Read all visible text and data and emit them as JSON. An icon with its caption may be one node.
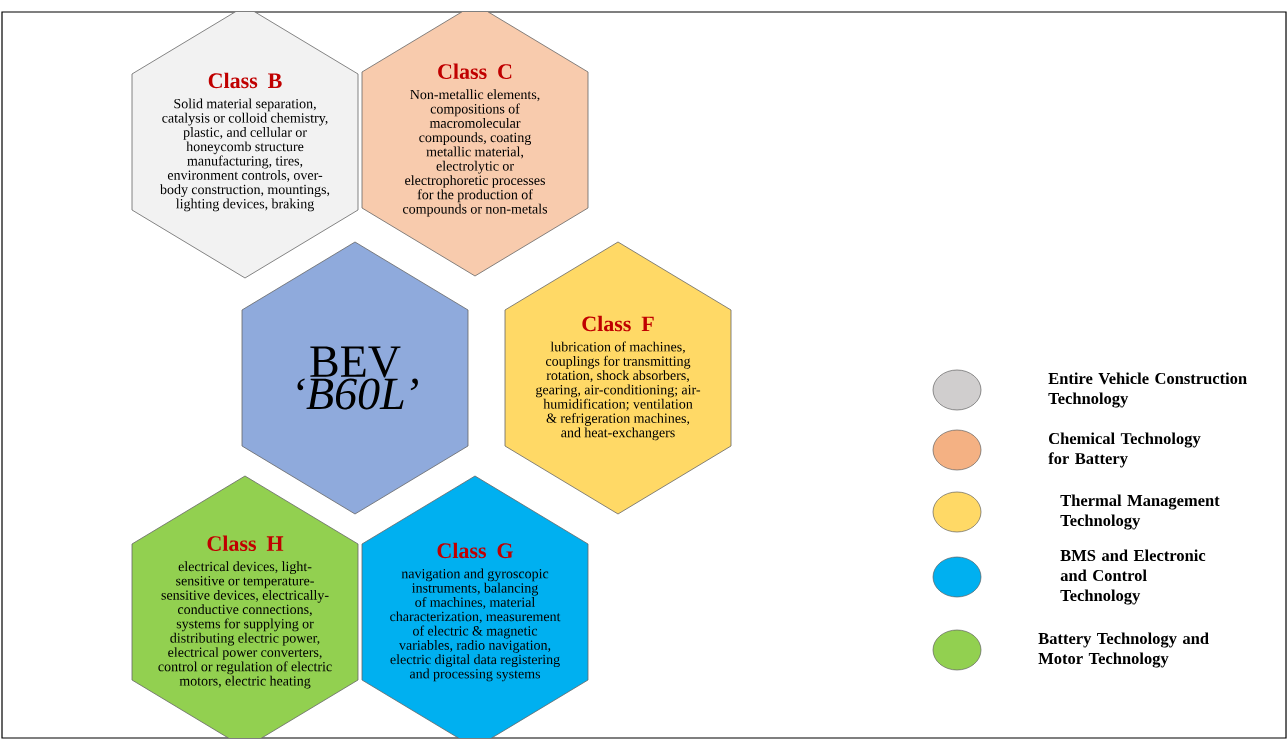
{
  "diagram": {
    "nodes": [
      {
        "text": [
          "Class B",
          "Solid material separation, catalysis or colloid chemistry, plastic, and cellular or honeycomb structure manufacturing, tires, environment controls, over-body construction, mountings, lighting devices, braking"
        ]
      },
      {
        "text": [
          "Class C",
          "Non-metallic elements, compositions of macromolecular compounds, coating metallic material, electrolytic or electrophoretic processes for the production of compounds or non-metals"
        ]
      },
      {
        "text": [
          "BEV",
          "‘B60L’"
        ]
      },
      {
        "text": [
          "Class F",
          "lubrication of machines, couplings for transmitting rotation, shock absorbers, gearing, air-conditioning; air-humidification; ventilation & refrigeration machines, and heat-exchangers"
        ]
      },
      {
        "text": [
          "Class H",
          "electrical devices, light-sensitive or temperature-sensitive devices, electrically-conductive connections, systems for supplying or distributing electric power, electrical power converters, control or regulation of electric motors, electric heating"
        ]
      },
      {
        "text": [
          "Class G",
          "navigation and gyroscopic instruments, balancing of machines, material characterization, measurement of electric & magnetic variables, radio navigation, electric digital data registering and processing systems"
        ]
      }
    ],
    "legend": [
      {
        "text": "Entire Vehicle Construction Technology",
        "color": "#d0cece"
      },
      {
        "text": "Chemical Technology for Battery",
        "color": "#f4b183"
      },
      {
        "text": "Thermal Management Technology",
        "color": "#ffd966"
      },
      {
        "text": "BMS and Electronic and Control Technology",
        "color": "#00b0f0"
      },
      {
        "text": "Battery Technology and Motor Technology",
        "color": "#92d050"
      }
    ]
  }
}
